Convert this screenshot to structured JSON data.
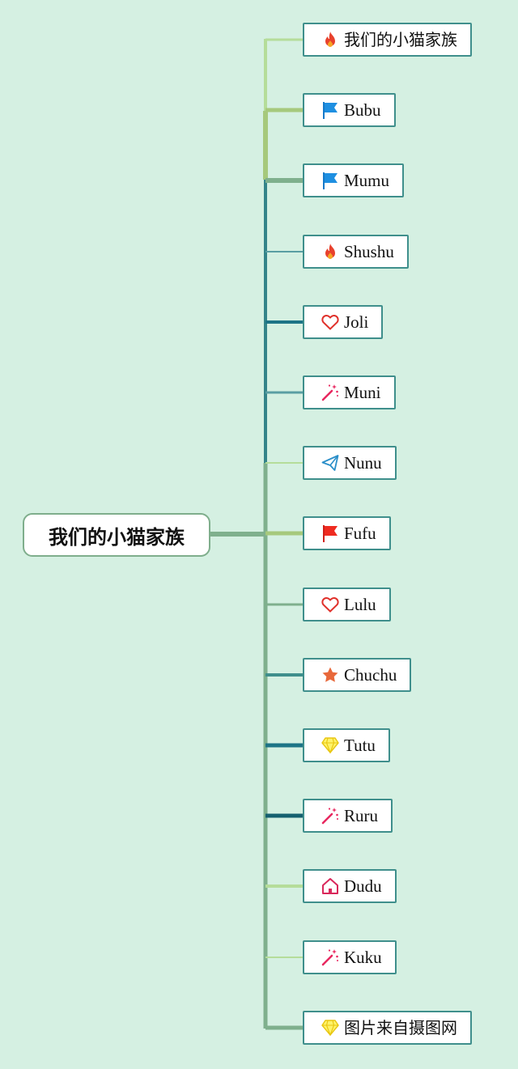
{
  "colors": {
    "background": "#d5f0e2",
    "node_border": "#3f8f8c",
    "root_border": "#7fae8c",
    "branch_light": "#b5dd9a",
    "branch_olive": "#a6c97c",
    "branch_green": "#7fb08d",
    "branch_teal": "#5a9ea3",
    "branch_dark": "#1d7486"
  },
  "root": {
    "label": "我们的小猫家族"
  },
  "children": [
    {
      "label": "我们的小猫家族",
      "icon": "fire-icon"
    },
    {
      "label": "Bubu",
      "icon": "blue-flag-icon"
    },
    {
      "label": "Mumu",
      "icon": "blue-flag-icon"
    },
    {
      "label": "Shushu",
      "icon": "fire-icon"
    },
    {
      "label": "Joli",
      "icon": "heart-icon"
    },
    {
      "label": "Muni",
      "icon": "magic-wand-icon"
    },
    {
      "label": "Nunu",
      "icon": "paper-plane-icon"
    },
    {
      "label": "Fufu",
      "icon": "red-flag-icon"
    },
    {
      "label": "Lulu",
      "icon": "heart-icon"
    },
    {
      "label": "Chuchu",
      "icon": "star-icon"
    },
    {
      "label": "Tutu",
      "icon": "diamond-icon"
    },
    {
      "label": "Ruru",
      "icon": "magic-wand-icon"
    },
    {
      "label": "Dudu",
      "icon": "home-icon"
    },
    {
      "label": "Kuku",
      "icon": "magic-wand-icon"
    },
    {
      "label": "图片来自摄图网",
      "icon": "diamond-icon"
    }
  ]
}
